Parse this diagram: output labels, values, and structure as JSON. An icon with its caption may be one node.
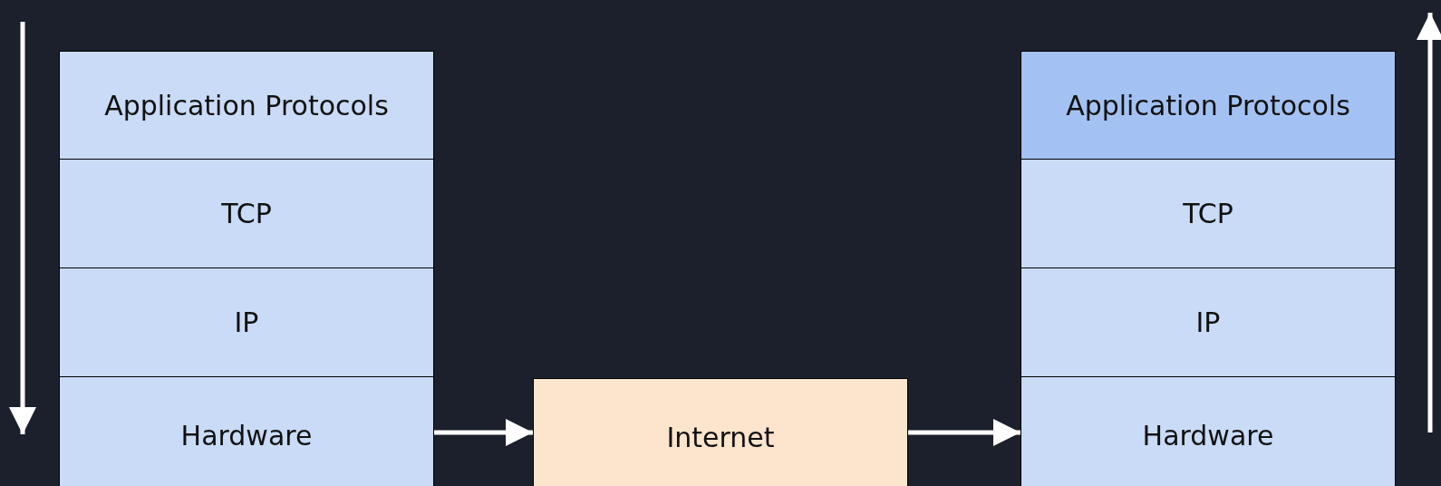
{
  "diagram": {
    "nodes": [
      {
        "text": [
          "Application Protocols"
        ]
      },
      {
        "text": [
          "TCP"
        ]
      },
      {
        "text": [
          "IP"
        ]
      },
      {
        "text": [
          "Hardware"
        ]
      },
      {
        "text": [
          "Internet"
        ]
      },
      {
        "text": [
          "Application Protocols"
        ]
      },
      {
        "text": [
          "TCP"
        ]
      },
      {
        "text": [
          "IP"
        ]
      },
      {
        "text": [
          "Hardware"
        ]
      }
    ],
    "edges": [
      {
        "from": 3,
        "to": 4,
        "arrow": "to"
      },
      {
        "from": 4,
        "to": 8,
        "arrow": "to"
      }
    ]
  }
}
